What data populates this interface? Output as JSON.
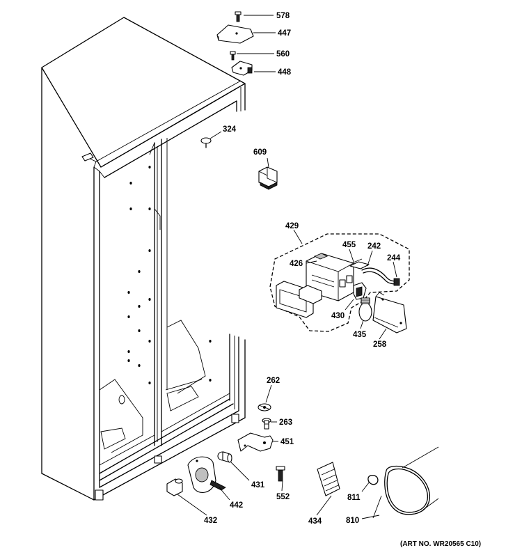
{
  "labels": {
    "p578": "578",
    "p447": "447",
    "p560": "560",
    "p448": "448",
    "p324": "324",
    "p609": "609",
    "p429": "429",
    "p455": "455",
    "p242": "242",
    "p426": "426",
    "p244": "244",
    "p430": "430",
    "p435": "435",
    "p258": "258",
    "p262": "262",
    "p263": "263",
    "p451": "451",
    "p431": "431",
    "p552": "552",
    "p442": "442",
    "p432": "432",
    "p434": "434",
    "p811": "811",
    "p810": "810"
  },
  "art_number": "(ART NO. WR20565 C10)"
}
